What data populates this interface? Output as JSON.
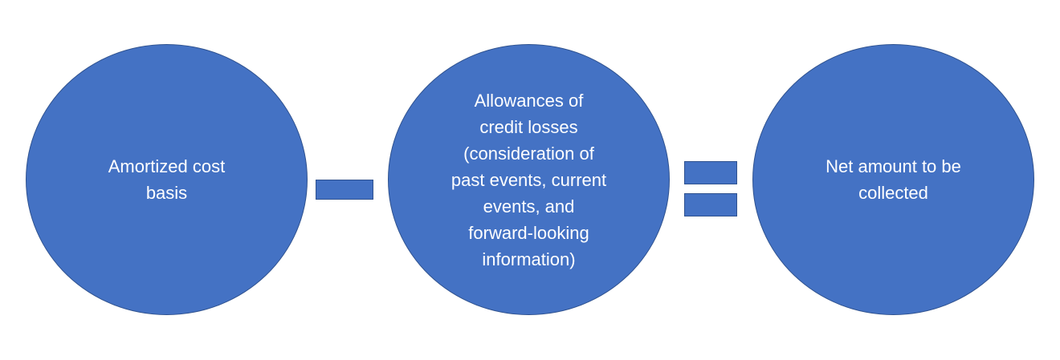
{
  "diagram": {
    "colors": {
      "fill": "#4472c4",
      "stroke": "#2f528f",
      "text": "#ffffff",
      "background": "#ffffff"
    },
    "nodes": [
      {
        "id": "amortized-cost",
        "label": "Amortized cost\nbasis"
      },
      {
        "id": "allowances",
        "label": "Allowances of\ncredit losses\n(consideration of\npast events, current\nevents, and\nforward-looking\ninformation)"
      },
      {
        "id": "net-amount",
        "label": "Net amount to be\ncollected"
      }
    ],
    "operators": [
      {
        "symbol": "minus-icon"
      },
      {
        "symbol": "equals-icon"
      }
    ]
  }
}
